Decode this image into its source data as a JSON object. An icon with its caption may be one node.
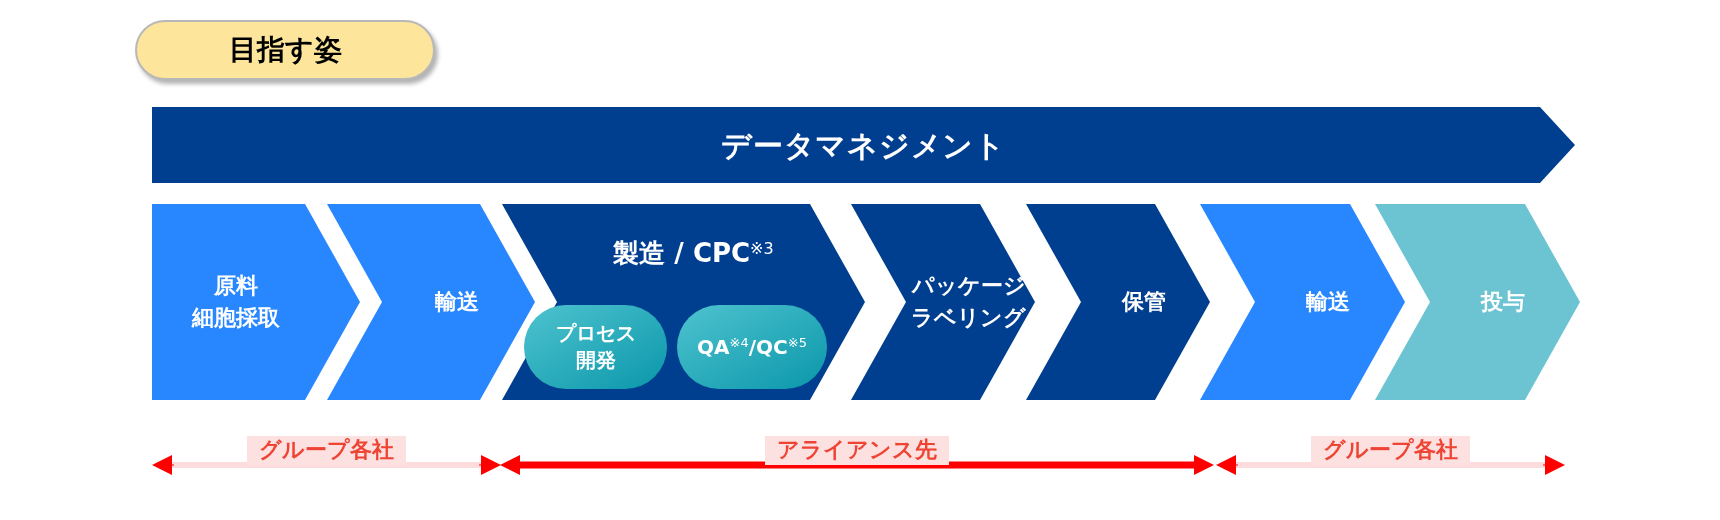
{
  "diagram": {
    "title": "目指す姿",
    "nodes": [
      {
        "text": [
          "データマネジメント"
        ]
      },
      {
        "text": [
          "原料細胞採取"
        ]
      },
      {
        "text": [
          "輸送"
        ]
      },
      {
        "text": [
          "製造 / CPC$^{※3}$"
        ]
      },
      {
        "text": [
          "プロセス開発"
        ],
        "in": 3
      },
      {
        "text": [
          "QA$^{※4}$/QC$^{※5}$"
        ],
        "in": 3
      },
      {
        "text": [
          "パッケージラベリング"
        ]
      },
      {
        "text": [
          "保管"
        ]
      },
      {
        "text": [
          "輸送"
        ]
      },
      {
        "text": [
          "投与"
        ]
      }
    ],
    "edges": [],
    "labels": [
      "グループ各社",
      "アライアンス先",
      "グループ各社"
    ]
  }
}
